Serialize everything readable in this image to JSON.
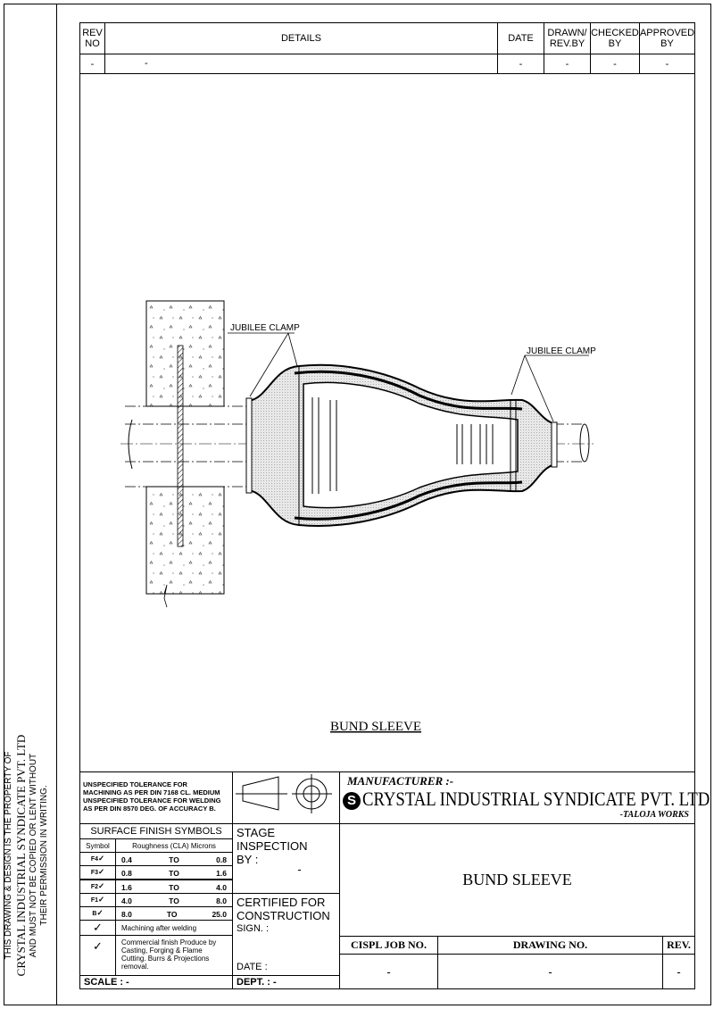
{
  "side_note": {
    "line1": "THIS DRAWING & DESIGN IS THE PROPERTY OF",
    "line2": "CRYSTAL INDUSTRIAL SYNDICATE PVT. LTD",
    "line3": "AND MUST NOT BE COPIED OR LENT WITHOUT",
    "line4": "THEIR PERMISSION IN WRITING."
  },
  "revision_table": {
    "headers": [
      "REV NO",
      "DETAILS",
      "DATE",
      "DRAWN/ REV.BY",
      "CHECKED BY",
      "APPROVED BY"
    ],
    "row": [
      "-",
      "-",
      "-",
      "-",
      "-",
      "-"
    ]
  },
  "drawing": {
    "label_left": "JUBILEE CLAMP",
    "label_right": "JUBILEE CLAMP",
    "caption": "BUND SLEEVE"
  },
  "tolerance": {
    "line1": "UNSPECIFIED TOLERANCE FOR",
    "line2": "MACHINING AS PER DIN 7168 CL. MEDIUM",
    "line3": "UNSPECIFIED TOLERANCE FOR WELDING",
    "line4": "AS PER DIN 8570 DEG. OF ACCURACY B."
  },
  "surface_finish": {
    "title": "SURFACE FINISH SYMBOLS",
    "col_symbol": "Symbol",
    "col_roughness": "Roughness (CLA) Microns",
    "rows": [
      {
        "symbol": "F4",
        "from": "0.4",
        "to": "TO",
        "max": "0.8"
      },
      {
        "symbol": "F3",
        "from": "0.8",
        "to": "TO",
        "max": "1.6"
      },
      {
        "symbol": "F2",
        "from": "1.6",
        "to": "TO",
        "max": "4.0"
      },
      {
        "symbol": "F1",
        "from": "4.0",
        "to": "TO",
        "max": "8.0"
      },
      {
        "symbol": "B",
        "from": "8.0",
        "to": "TO",
        "max": "25.0"
      }
    ],
    "machining": "Machining after welding",
    "commercial": "Commercial finish Produce by Casting, Forging & Flame Cutting. Burrs & Projections removal."
  },
  "scale": "SCALE : -",
  "stage": {
    "line1": "STAGE",
    "line2": "INSPECTION",
    "line3": "BY :",
    "value": "-"
  },
  "certified": {
    "line1": "CERTIFIED FOR",
    "line2": "CONSTRUCTION",
    "sign": "SIGN. :",
    "date": "DATE :"
  },
  "dept": "DEPT. : -",
  "manufacturer": {
    "label": "MANUFACTURER :-",
    "name": "CRYSTAL INDUSTRIAL SYNDICATE PVT. LTD",
    "works": "-TALOJA WORKS"
  },
  "title": "BUND SLEEVE",
  "job": {
    "job_label": "CISPL JOB NO.",
    "drawing_label": "DRAWING NO.",
    "rev_label": "REV.",
    "job_value": "-",
    "drawing_value": "-",
    "rev_value": "-"
  }
}
